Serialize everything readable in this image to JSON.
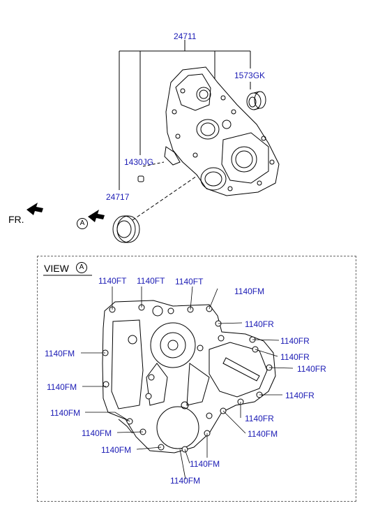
{
  "upper": {
    "parts": {
      "cover": "24711",
      "bearing": "1573GK",
      "pin": "1430JG",
      "seal": "24717"
    },
    "front_label": "FR.",
    "view_marker": "A"
  },
  "view": {
    "title": "VIEW",
    "marker": "A",
    "bolts": {
      "ft1": "1140FT",
      "ft2": "1140FT",
      "ft3": "1140FT",
      "fm_top": "1140FM",
      "fr1": "1140FR",
      "fr2": "1140FR",
      "fr3": "1140FR",
      "fr4": "1140FR",
      "fr5": "1140FR",
      "fr6": "1140FR",
      "fm_left1": "1140FM",
      "fm_left2": "1140FM",
      "fm_left3": "1140FM",
      "fm_left4": "1140FM",
      "fm_right": "1140FM",
      "fm_bot1": "1140FM",
      "fm_bot2": "1140FM",
      "fm_bot3": "1140FM"
    }
  }
}
